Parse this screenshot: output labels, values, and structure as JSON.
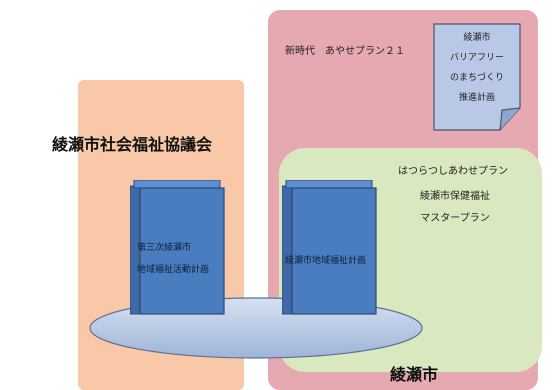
{
  "diagram": {
    "council_label": "綾瀬市社会福祉協議会",
    "city_label": "綾瀬市",
    "vision_plan": "新時代　あやせプラン２１",
    "barrier_free_plan": {
      "lines": [
        "綾瀬市",
        "バリアフリー",
        "のまちづくり",
        "推進計画"
      ]
    },
    "welfare_master_plan": "はつらつしあわせプラン",
    "health_welfare_plan": "綾瀬市保健福祉\nマスタープラン",
    "books": [
      {
        "lines": [
          "第三次綾瀬市",
          "地域福祉活動計画"
        ]
      },
      {
        "lines": [
          "綾瀬市地域福祉計画"
        ]
      }
    ],
    "colors": {
      "council_region": "#f9c8a8",
      "city_region": "#e6a9b2",
      "plan_region": "#d9e8bf",
      "book": "#4a7dbf",
      "platter": "#b7c8e2"
    }
  }
}
